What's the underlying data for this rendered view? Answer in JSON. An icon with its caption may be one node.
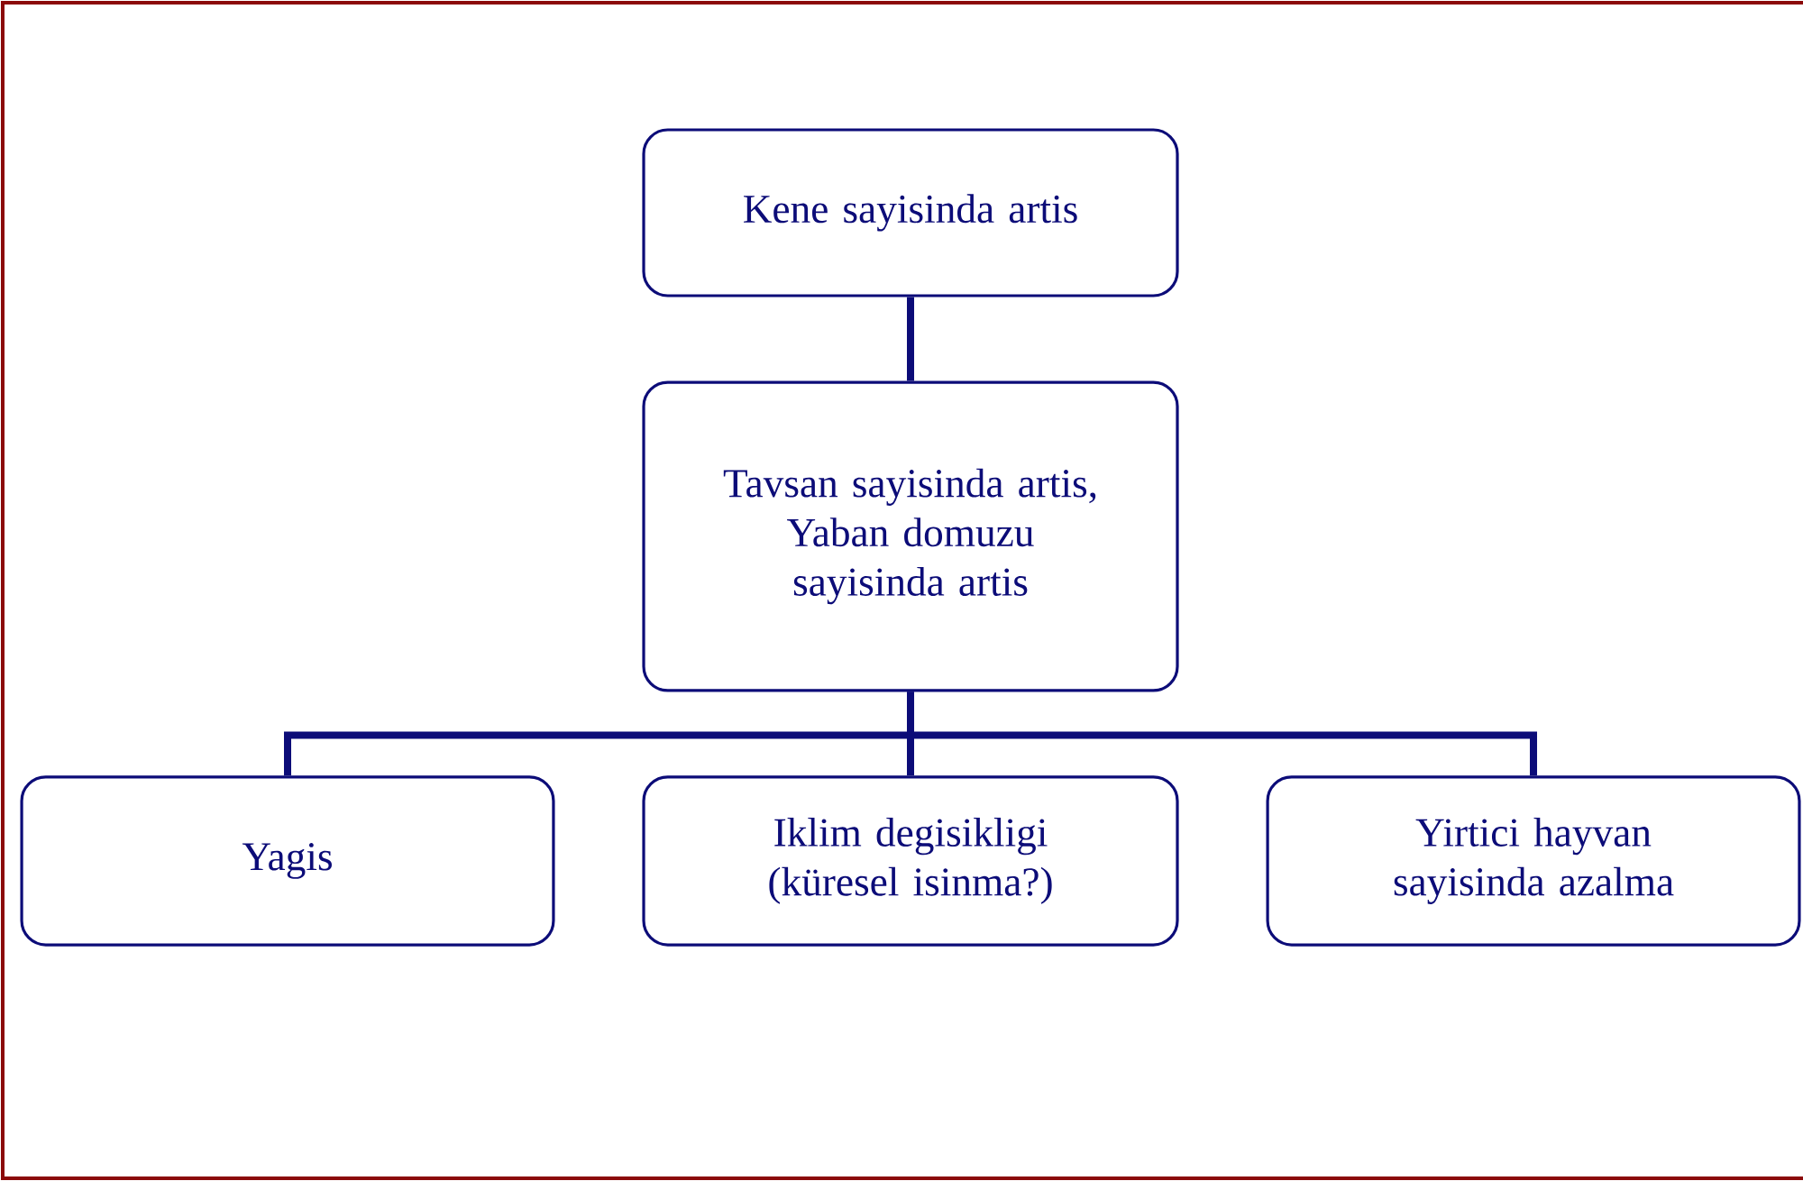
{
  "diagram": {
    "nodes": [
      {
        "text": [
          "Kene sayisinda artis"
        ]
      },
      {
        "text": [
          "Tavsan sayisinda artis,",
          "Yaban domuzu sayisinda artis"
        ]
      },
      {
        "text": [
          "Yagis"
        ]
      },
      {
        "text": [
          "Iklim degisikligi (küresel isinma?)"
        ]
      },
      {
        "text": [
          "Yirtici hayvan sayisinda azalma"
        ]
      }
    ],
    "edges": [
      {
        "from": 0,
        "to": 1,
        "arrow": "none"
      },
      {
        "from": 1,
        "to": 2,
        "arrow": "none"
      },
      {
        "from": 1,
        "to": 3,
        "arrow": "none"
      },
      {
        "from": 1,
        "to": 4,
        "arrow": "none"
      }
    ]
  }
}
